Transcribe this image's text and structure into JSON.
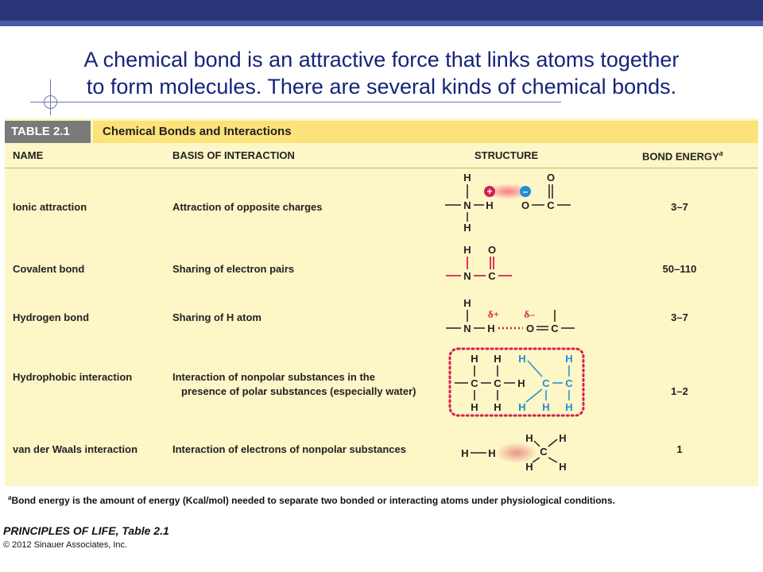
{
  "headline": {
    "line1": "A chemical bond is an attractive force that links atoms together",
    "line2": "to form molecules. There are several kinds of chemical bonds."
  },
  "table": {
    "tag": "TABLE 2.1",
    "caption": "Chemical Bonds and Interactions",
    "columns": {
      "name": "NAME",
      "basis": "BASIS OF INTERACTION",
      "structure": "STRUCTURE",
      "energy": "BOND ENERGY",
      "energy_sup": "a"
    },
    "rows": [
      {
        "name": "Ionic attraction",
        "basis": "Attraction of opposite charges",
        "basis2": "",
        "energy": "3–7"
      },
      {
        "name": "Covalent bond",
        "basis": "Sharing of electron pairs",
        "basis2": "",
        "energy": "50–110"
      },
      {
        "name": "Hydrogen bond",
        "basis": "Sharing of H atom",
        "basis2": "",
        "energy": "3–7"
      },
      {
        "name": "Hydrophobic interaction",
        "basis": "Interaction of nonpolar substances in the",
        "basis2": "presence of polar substances (especially water)",
        "energy": "1–2"
      },
      {
        "name": "van der Waals interaction",
        "basis": "Interaction of electrons of nonpolar substances",
        "basis2": "",
        "energy": "1"
      }
    ],
    "structure_labels": {
      "H": "H",
      "N": "N",
      "O": "O",
      "C": "C",
      "plus": "+",
      "minus": "–",
      "delta_plus": "δ+",
      "delta_minus": "δ–"
    },
    "colors": {
      "red": "#d6204f",
      "blue": "#1f8ed6",
      "dark": "#222222"
    }
  },
  "footnote": {
    "sup": "a",
    "text": "Bond energy is the amount of energy (Kcal/mol) needed to separate two bonded or interacting atoms under physiological conditions."
  },
  "credit": {
    "title": "PRINCIPLES OF LIFE, Table 2.1",
    "copy": "© 2012 Sinauer Associates, Inc."
  }
}
